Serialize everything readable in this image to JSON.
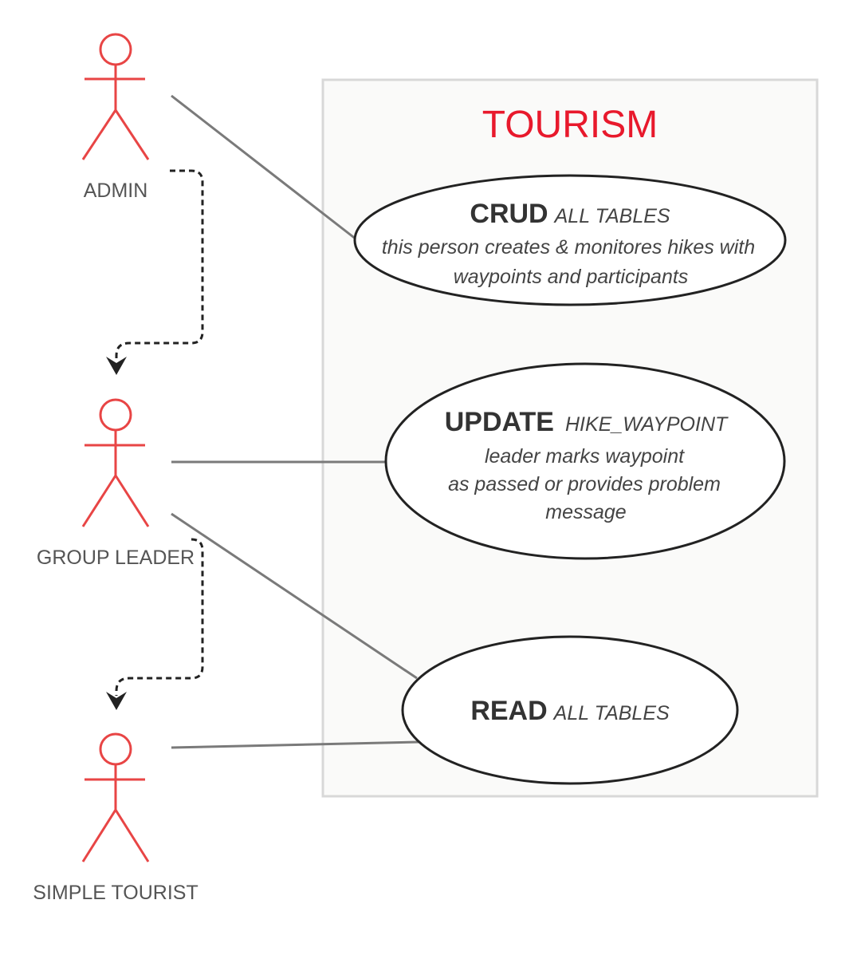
{
  "system": {
    "title": "TOURISM"
  },
  "actors": {
    "admin": "ADMIN",
    "group_leader": "GROUP LEADER",
    "simple_tourist": "SIMPLE TOURIST"
  },
  "use_cases": {
    "crud": {
      "verb": "CRUD",
      "target": "ALL TABLES",
      "desc_line1": "this person creates & monitores hikes with",
      "desc_line2": "waypoints and participants"
    },
    "update": {
      "verb": "UPDATE",
      "target": "HIKE_WAYPOINT",
      "desc_line1": "leader marks waypoint",
      "desc_line2": "as passed or provides problem",
      "desc_line3": "message"
    },
    "read": {
      "verb": "READ",
      "target": "ALL TABLES"
    }
  },
  "colors": {
    "actor": "#e84545",
    "title": "#e8192c",
    "association": "#7a7a7a",
    "ellipse_border": "#222222",
    "boundary_fill": "#fafaf9",
    "boundary_stroke": "#d8d8d8"
  }
}
